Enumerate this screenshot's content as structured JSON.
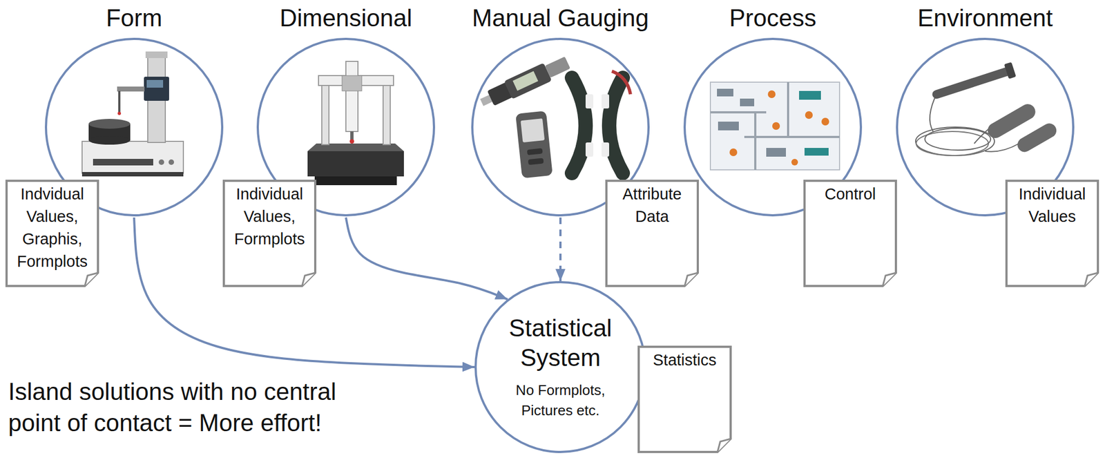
{
  "diagram": {
    "nodes": [
      {
        "text": [
          "Form"
        ]
      },
      {
        "text": [
          "Indvidual Values, Graphis, Formplots"
        ]
      },
      {
        "text": [
          "Dimensional"
        ]
      },
      {
        "text": [
          "Individual Values, Formplots"
        ]
      },
      {
        "text": [
          "Manual Gauging"
        ]
      },
      {
        "text": [
          "Attribute Data"
        ]
      },
      {
        "text": [
          "Process"
        ]
      },
      {
        "text": [
          "Control"
        ]
      },
      {
        "text": [
          "Environment"
        ]
      },
      {
        "text": [
          "Individual Values"
        ]
      },
      {
        "text": [
          "Statistical System",
          "No Formplots, Pictures etc."
        ]
      },
      {
        "text": [
          "Statistics"
        ]
      }
    ],
    "edges": [
      {
        "from": 0,
        "to": 10,
        "arrow": "to"
      },
      {
        "from": 2,
        "to": 10,
        "arrow": "to"
      },
      {
        "from": 4,
        "to": 10,
        "arrow": "to"
      }
    ],
    "labels": [
      "Island solutions with no central point of contact = More effort!"
    ]
  }
}
